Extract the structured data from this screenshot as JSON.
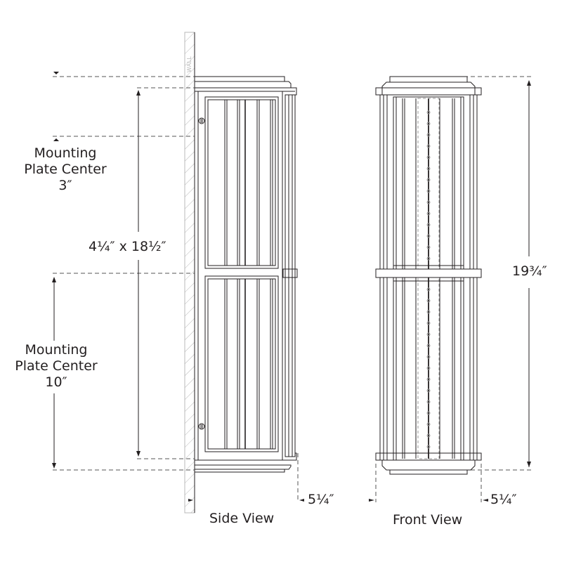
{
  "drawing": {
    "title": "Wall sconce dimension drawing",
    "colors": {
      "line": "#231f20",
      "wall_hatch": "#b8b8b8",
      "dash": "#555555"
    }
  },
  "labels": {
    "wall": "WALL",
    "mounting_top": {
      "line1": "Mounting",
      "line2": "Plate Center",
      "value": "3″"
    },
    "mounting_bottom": {
      "line1": "Mounting",
      "line2": "Plate Center",
      "value": "10″"
    },
    "backplate": "4¼″ x 18½″",
    "overall_height": "19¾″",
    "side_depth": "5¼″",
    "front_width": "5¼″",
    "side_view": "Side View",
    "front_view": "Front View"
  }
}
